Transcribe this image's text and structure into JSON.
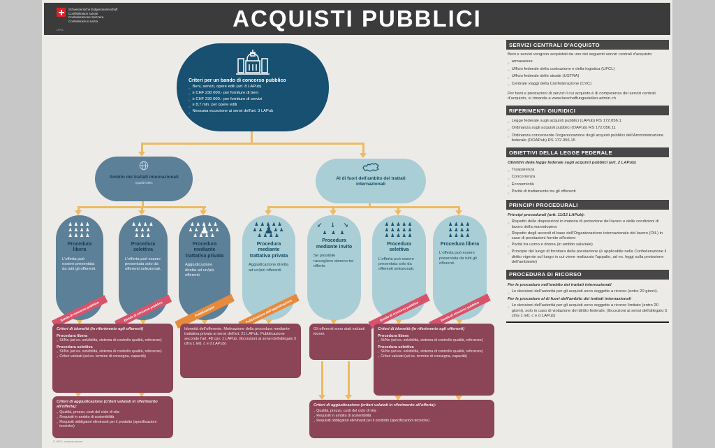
{
  "header": {
    "title": "ACQUISTI PUBBLICI",
    "logo_lines": [
      "Schweizerische Eidgenossenschaft",
      "Confédération suisse",
      "Confederazione Svizzera",
      "Confederaziun svizra"
    ],
    "logo_sub": "UFCL"
  },
  "root_node": {
    "title": "Criteri per un bando di concorso pubblico",
    "bullets": [
      "Beni, servizi, opere edili (art. 8 LAPub)",
      "≥ CHF 230 000.- per forniture di beni",
      "≥ CHF 230 000.- per forniture di servizi",
      "≥ 8,7 mln. per opere edili",
      "Nessuna eccezione ai sensi dell'art. 3 LAPub"
    ]
  },
  "branches": {
    "left": {
      "label": "Ambito dei trattati internazionali",
      "sublabel": "Appalti OMC"
    },
    "right": {
      "label": "Al di fuori dell'ambito dei trattati internazionali"
    }
  },
  "columns": [
    {
      "title": "Procedura libera",
      "body": "L'offerta può essere presentata da tutti gli offerenti.",
      "ribbon": "Bando di concorso pubblico",
      "rows": [
        "♟♟♟♟",
        "♟♟♟♟",
        "♟♟♟♟"
      ]
    },
    {
      "title": "Procedura selettiva",
      "body": "L'offerta può essere presentata solo da offerenti selezionati.",
      "ribbon": "Bando di concorso pubblico",
      "rows": [
        "♟♟♟♟",
        "♟♟♟",
        "♟♟♟"
      ]
    },
    {
      "title": "Procedura mediante trattativa privata",
      "body": "Aggiudicazione diretta ad un/più offerenti.",
      "ribbon": "Pubblicazione",
      "top": "♟♟♟♟♟",
      "mid_l": "♟♟",
      "big": "♟",
      "mid_r": "♟♟",
      "bottom": "♟♟♟♟"
    },
    {
      "title": "Procedura mediante trattativa privata",
      "body": "Aggiudicazione diretta ad un/più offerenti.",
      "ribbon": "Pubblicazione dell'aggiudicazione",
      "top": "♟♟♟♟♟",
      "mid_l": "♟♟",
      "big": "♟",
      "mid_r": "♟♟",
      "bottom": "♟♟♟♟"
    },
    {
      "title": "Procedura mediante invito",
      "body": "Se possibile raccogliere almeno tre offerte.",
      "ribbon": "",
      "spread": "↙ ↓ ↘",
      "row": "♟ ♟ ♟"
    },
    {
      "title": "Procedura selettiva",
      "body": "L'offerta può essere presentata solo da offerenti selezionati.",
      "ribbon": "Bando di concorso pubblico",
      "rows": [
        "♟♟♟♟♟",
        "♟♟♟♟♟",
        "♟♟♟♟♟"
      ]
    },
    {
      "title": "Procedura libera",
      "body": "L'offerta può essere presentata da tutti gli offerenti.",
      "ribbon": "Bando di concorso pubblico",
      "rows": [
        "♟♟♟♟",
        "♟♟♟♟",
        "♟♟♟♟"
      ]
    }
  ],
  "boxes": {
    "idoneita_left": {
      "title": "Criteri di idoneità (in riferimento agli offerenti)",
      "s1_title": "Procedura libera",
      "s1_b1": "Sì/No (ad es. solvibilità, sistema di controllo qualità, referenze)",
      "s2_title": "Procedura selettiva",
      "s2_b1": "Sì/No (ad es. solvibilità, sistema di controllo qualità, referenze)",
      "s2_b2": "Criteri valutati (ad es. termine di consegna, capacità)"
    },
    "trattativa": {
      "text": "Idoneità dell'offerente. Motivazione della procedura mediante trattativa privata ai sensi dell'art. 21 LAPub. Pubblicazione secondo l'art. 48 cpv. 1 LAPub. (Eccezioni ai sensi dell'allegato 5 cifra 1 lett. c e d LAPub)"
    },
    "invito": {
      "text": "Gli offerenti sono stati valutati idonei."
    },
    "idoneita_right": {
      "title": "Criteri di idoneità (in riferimento agli offerenti)",
      "s1_title": "Procedura libera",
      "s1_b1": "Sì/No (ad es. solvibilità, sistema di controllo qualità, referenze)",
      "s2_title": "Procedura selettiva",
      "s2_b1": "Sì/No (ad es. solvibilità, sistema di controllo qualità, referenze)",
      "s2_b2": "Criteri valutati (ad es. termine di consegna, capacità)"
    },
    "aggiudicazione_left": {
      "title": "Criteri di aggiudicazione (criteri valutati in riferimento all'offerta):",
      "b1": "Qualità, prezzo, costi del ciclo di vita",
      "b2": "Requisiti in ambito di sostenibilità",
      "b3": "Requisiti obbligatori eliminanti per il prodotto (specificazioni tecniche)"
    },
    "aggiudicazione_right": {
      "title": "Criteri di aggiudicazione (criteri valutati in riferimento all'offerta):",
      "b1": "Qualità, prezzo, costi del ciclo di vita",
      "b2": "Requisiti in ambito di sostenibilità",
      "b3": "Requisiti obbligatori eliminanti per il prodotto (specificazioni tecniche)"
    }
  },
  "footer_note": "© UFCL comunicazione",
  "sidebar": {
    "sections": [
      {
        "title": "SERVIZI CENTRALI D'ACQUISTO",
        "intro": "Beni e servizi vengono acquistati da uno dei seguenti servizi centrali d'acquisto:",
        "bullets": [
          "armasuisse",
          "Ufficio federale della costruzione e della logistica (UFCL)",
          "Ufficio federale delle strade (USTRA)",
          "Centrale viaggi della Confederazione (CVC)"
        ],
        "outro": "Per beni e prestazioni di servizi il cui acquisto è di competenza dei servizi centrali d'acquisto, si rimanda a www.beschaffungsstellen.admin.ch"
      },
      {
        "title": "RIFERIMENTI GIURIDICI",
        "bullets": [
          "Legge federale sugli acquisti pubblici (LAPub) RS 172.056.1",
          "Ordinanza sugli acquisti pubblici (OAPub) RS 172.056.11",
          "Ordinanza concernente l'organizzazione degli acquisti pubblici dell'Amministrazione federale (OOAPub) RS 172.056.15"
        ]
      },
      {
        "title": "OBIETTIVI DELLA LEGGE FEDERALE",
        "intro": "Obiettivi della legge federale sugli acquisti pubblici (art. 2 LAPub)",
        "bullets": [
          "Trasparenza",
          "Concorrenza",
          "Economicità",
          "Parità di trattamento tra gli offerenti"
        ]
      },
      {
        "title": "PRINCIPI PROCEDURALI",
        "intro": "Principi procedurali (artt. 11/12 LAPub):",
        "bullets": [
          "Rispetto delle disposizioni in materia di protezione del lavoro e delle condizioni di lavoro della manodopera",
          "Rispetto degli accordi di base dell'Organizzazione internazionale del lavoro (OIL) in caso di prestazioni fornite all'estero",
          "Parità tra uomo e donna (in ambito salariale)",
          "Principio del luogo di fornitura della prestazione (è applicabile nella Confederazione il diritto vigente sul luogo in cui viene realizzato l'appalto, ad es. leggi sulla protezione dell'ambiente)"
        ]
      },
      {
        "title": "PROCEDURA DI RICORSO",
        "p1": "Per le procedure nell'ambito dei trattati internazionali",
        "b1": "Le decisioni dell'autorità per gli acquisti sono soggette a ricorso (entro 20 giorni).",
        "p2": "Per le procedure al di fuori dell'ambito dei trattati internazionali",
        "b2": "Le decisioni dell'autorità per gli acquisti sono soggette a ricorso limitato (entro 20 giorni), solo in caso di violazione del diritto federale. (Eccezioni ai sensi dell'allegato 5 cifra 1 lett. c e d LAPub)"
      }
    ]
  },
  "colors": {
    "navy": "#175070",
    "slate": "#5d8099",
    "teal": "#a9ced6",
    "maroon": "#8c4457",
    "ribbon_pink": "#d8536a",
    "ribbon_orange": "#e78a3c",
    "arrow": "#ecba62"
  }
}
